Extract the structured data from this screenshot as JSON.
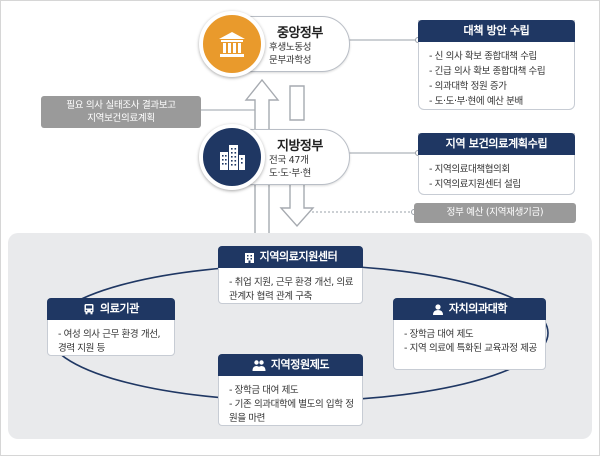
{
  "central": {
    "title": "중앙정부",
    "sub": [
      "후생노동성",
      "문부과학성"
    ],
    "icon": "government-building-icon",
    "color": "#e99a2c"
  },
  "local": {
    "title": "지방정부",
    "sub": [
      "전국 47개",
      "도·도·부·현"
    ],
    "icon": "city-buildings-icon",
    "color": "#1f3763"
  },
  "panels": {
    "policy": {
      "title": "대책 방안 수립",
      "items": [
        "신 의사 확보 종합대책 수립",
        "긴급 의사 확보 종합대책 수립",
        "의과대학 정원 증가",
        "도·도·부·현에 예산 분배"
      ]
    },
    "regional_plan": {
      "title": "지역 보건의료계획수립",
      "items": [
        "지역의료대책협의회",
        "지역의료지원센터 설립"
      ]
    }
  },
  "notes": {
    "left": [
      "필요 의사 실태조사 결과보고",
      "지역보건의료계획"
    ],
    "right": "정부 예산 (지역재생기금)"
  },
  "nodes": {
    "support_center": {
      "title": "지역의료지원센터",
      "icon": "hospital-building-icon",
      "items": [
        "취업 지원, 근무 환경 개선, 의료 관계자 협력 관계 구축"
      ]
    },
    "medical_institution": {
      "title": "의료기관",
      "icon": "bus-icon",
      "items": [
        "여성 의사 근무 환경 개선, 경력 지원 등"
      ]
    },
    "jichi_university": {
      "title": "자치의과대학",
      "icon": "graduate-person-icon",
      "items": [
        "장학금 대여 제도",
        "지역 의료에 특화된 교육과정 제공"
      ]
    },
    "regional_quota": {
      "title": "지역정원제도",
      "icon": "people-icon",
      "items": [
        "장학금 대여 제도",
        "기존 의과대학에 별도의 입학 정원을 마련"
      ]
    }
  },
  "colors": {
    "navy": "#1f3763",
    "accent_orange": "#e99a2c",
    "gray_note": "#9a9a9a",
    "area_bg": "#e9eaec"
  }
}
